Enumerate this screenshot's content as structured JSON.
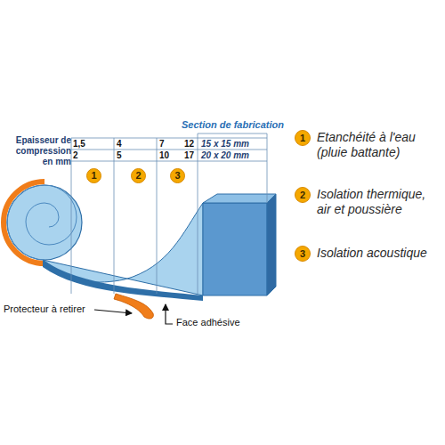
{
  "diagram": {
    "nodes": [
      {
        "text": [
          "1"
        ]
      },
      {
        "text": [
          "2"
        ]
      },
      {
        "text": [
          "3"
        ]
      },
      {
        "text": [
          "1",
          "Etanchéité à l'eau (pluie battante)"
        ]
      },
      {
        "text": [
          "2",
          "Isolation thermique, air et poussière"
        ]
      },
      {
        "text": [
          "3",
          "Isolation acoustique"
        ]
      }
    ],
    "labels": [
      "Epaisseur de compression en mm",
      "1,5",
      "4",
      "7",
      "12",
      "2",
      "5",
      "10",
      "17",
      "Section de fabrication",
      "15 x 15 mm",
      "20 x 20 mm",
      "Protecteur à retirer",
      "Face adhésive"
    ]
  }
}
